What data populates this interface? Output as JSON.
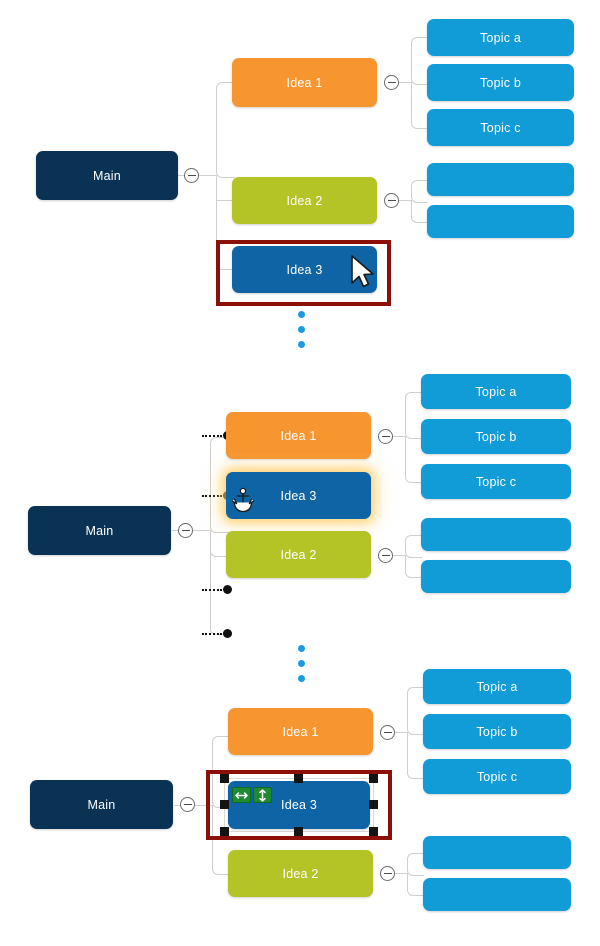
{
  "app": {
    "type": "mind-map-editor",
    "description": "Three-step sequence showing a mind map node being dragged and then selected"
  },
  "colors": {
    "main_node": "#0a3254",
    "idea1": "#f7952f",
    "idea2": "#b4c326",
    "idea3": "#0f64a6",
    "topic": "#119cd8",
    "highlight_border": "#8a1008",
    "connector": "#cfcfcf",
    "resize_chip": "#1e8b34",
    "separator_dot": "#1a9ae2",
    "handle": "#141414"
  },
  "labels": {
    "main": "Main",
    "idea1": "Idea 1",
    "idea2": "Idea 2",
    "idea3": "Idea 3",
    "topic_a": "Topic a",
    "topic_b": "Topic b",
    "topic_c": "Topic c",
    "empty": ""
  },
  "panels": [
    {
      "id": "panel-1",
      "step": 1,
      "caption": "",
      "root": {
        "label": "Main"
      },
      "branches": [
        {
          "label": "Idea 1",
          "color": "orange",
          "children": [
            "Topic a",
            "Topic b",
            "Topic c"
          ],
          "collapsible": true
        },
        {
          "label": "Idea 2",
          "color": "green",
          "children": [
            "",
            ""
          ],
          "collapsible": true
        },
        {
          "label": "Idea 3",
          "color": "darkblue",
          "children": [],
          "collapsible": false,
          "highlighted": true
        }
      ],
      "cursor": "arrow-pointer"
    },
    {
      "id": "panel-2",
      "step": 2,
      "caption": "",
      "root": {
        "label": "Main"
      },
      "branches": [
        {
          "label": "Idea 1",
          "color": "orange",
          "children": [
            "Topic a",
            "Topic b",
            "Topic c"
          ],
          "collapsible": true
        },
        {
          "label": "Idea 3",
          "color": "darkblue",
          "children": [],
          "collapsible": false,
          "dragging": true
        },
        {
          "label": "Idea 2",
          "color": "green",
          "children": [
            "",
            ""
          ],
          "collapsible": true
        }
      ],
      "cursor": "anchor-drag",
      "drop_targets": 4
    },
    {
      "id": "panel-3",
      "step": 3,
      "caption": "",
      "root": {
        "label": "Main"
      },
      "branches": [
        {
          "label": "Idea 1",
          "color": "orange",
          "children": [
            "Topic a",
            "Topic b",
            "Topic c"
          ],
          "collapsible": true
        },
        {
          "label": "Idea 3",
          "color": "darkblue",
          "children": [],
          "collapsible": false,
          "selected": true,
          "handles": 8
        },
        {
          "label": "Idea 2",
          "color": "green",
          "children": [
            "",
            ""
          ],
          "collapsible": true
        }
      ],
      "resize_chips": [
        {
          "name": "resize-width-chip",
          "icon": "horizontal-arrows-icon"
        },
        {
          "name": "resize-height-chip",
          "icon": "vertical-arrows-icon"
        }
      ]
    }
  ],
  "separators": [
    {
      "after_panel": 1,
      "dot_count": 3
    },
    {
      "after_panel": 2,
      "dot_count": 3
    }
  ]
}
